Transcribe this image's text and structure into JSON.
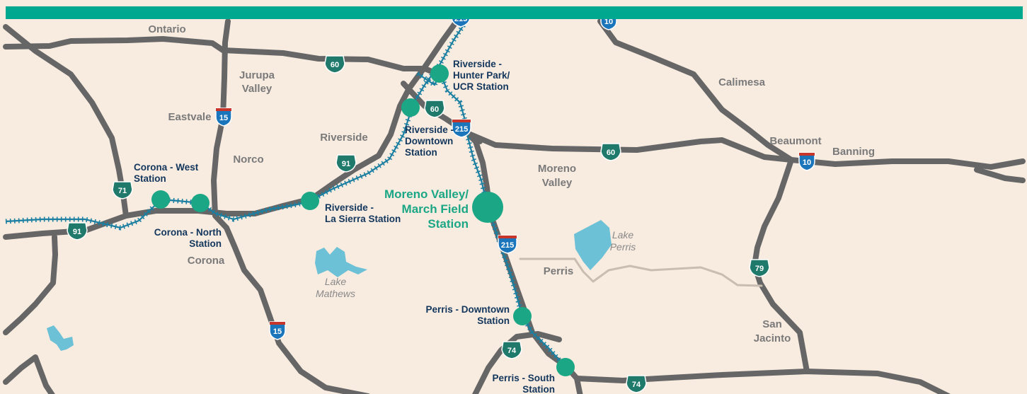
{
  "cities": [
    {
      "id": "ontario",
      "label": "Ontario"
    },
    {
      "id": "jurupa",
      "lines": [
        "Jurupa",
        "Valley"
      ]
    },
    {
      "id": "eastvale",
      "label": "Eastvale"
    },
    {
      "id": "riverside",
      "label": "Riverside"
    },
    {
      "id": "norco",
      "label": "Norco"
    },
    {
      "id": "corona",
      "label": "Corona"
    },
    {
      "id": "calimesa",
      "label": "Calimesa"
    },
    {
      "id": "beaumont",
      "label": "Beaumont"
    },
    {
      "id": "banning",
      "label": "Banning"
    },
    {
      "id": "moreno",
      "lines": [
        "Moreno",
        "Valley"
      ]
    },
    {
      "id": "perris",
      "label": "Perris"
    },
    {
      "id": "sanjacinto",
      "lines": [
        "San",
        "Jacinto"
      ]
    }
  ],
  "lakes": [
    {
      "id": "mathews",
      "lines": [
        "Lake",
        "Mathews"
      ]
    },
    {
      "id": "perris",
      "lines": [
        "Lake",
        "Perris"
      ]
    }
  ],
  "stations": [
    {
      "id": "corona-west",
      "lines": [
        "Corona - West",
        "Station"
      ]
    },
    {
      "id": "corona-north",
      "lines": [
        "Corona - North",
        "Station"
      ]
    },
    {
      "id": "la-sierra",
      "lines": [
        "Riverside -",
        "La Sierra Station"
      ]
    },
    {
      "id": "downtown-riverside",
      "lines": [
        "Riverside -",
        "Downtown",
        "Station"
      ]
    },
    {
      "id": "hunter-park",
      "lines": [
        "Riverside -",
        "Hunter Park/",
        "UCR Station"
      ]
    },
    {
      "id": "moreno-valley",
      "lines": [
        "Moreno Valley/",
        "March Field",
        "Station"
      ]
    },
    {
      "id": "perris-downtown",
      "lines": [
        "Perris - Downtown",
        "Station"
      ]
    },
    {
      "id": "perris-south",
      "lines": [
        "Perris - South",
        "Station"
      ]
    }
  ],
  "shields": [
    {
      "id": "i215-top",
      "type": "interstate",
      "number": "215"
    },
    {
      "id": "i10-top",
      "type": "interstate",
      "number": "10"
    },
    {
      "id": "ca60-a",
      "type": "state",
      "number": "60"
    },
    {
      "id": "i15-a",
      "type": "interstate",
      "number": "15"
    },
    {
      "id": "ca60-b",
      "type": "state",
      "number": "60"
    },
    {
      "id": "i215-b",
      "type": "interstate",
      "number": "215"
    },
    {
      "id": "ca60-c",
      "type": "state",
      "number": "60"
    },
    {
      "id": "i10-b",
      "type": "interstate",
      "number": "10"
    },
    {
      "id": "ca91-a",
      "type": "state",
      "number": "91"
    },
    {
      "id": "ca71",
      "type": "state",
      "number": "71"
    },
    {
      "id": "ca91-b",
      "type": "state",
      "number": "91"
    },
    {
      "id": "i215-c",
      "type": "interstate",
      "number": "215"
    },
    {
      "id": "ca79",
      "type": "state",
      "number": "79"
    },
    {
      "id": "i15-b",
      "type": "interstate",
      "number": "15"
    },
    {
      "id": "ca74-a",
      "type": "state",
      "number": "74"
    },
    {
      "id": "ca74-b",
      "type": "state",
      "number": "74"
    }
  ],
  "colors": {
    "header_bar": "#00a88f",
    "land": "#f8ebe0",
    "freeway": "#666666",
    "local_road": "#c9bcb0",
    "rail": "#1a7fa0",
    "station": "#1ba785",
    "station_label": "#12365c",
    "lake": "#6cc1d6",
    "city_label": "#7a7a7a"
  }
}
